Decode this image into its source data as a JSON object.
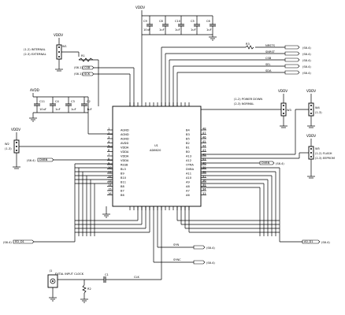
{
  "chip": {
    "designator": "U1",
    "part": "AD6620"
  },
  "rails": {
    "top_vdd": "VDDV",
    "left_vdd": "VDDV",
    "avdd": "AVDD",
    "left_bottom_vdd": "VDDV",
    "right1_vdd": "VDDV",
    "right2_vdd": "VDDV",
    "right3_vdd": "VDDV"
  },
  "decoupling_caps": [
    {
      "ref": "C9",
      "value": "10uF"
    },
    {
      "ref": "C8",
      "value": "1uF"
    },
    {
      "ref": "C10",
      "value": "1uF"
    },
    {
      "ref": "C5",
      "value": "1uF"
    },
    {
      "ref": "C6",
      "value": "1uF"
    }
  ],
  "analog_caps": [
    {
      "ref": "C11",
      "value": "10uF"
    },
    {
      "ref": "C4",
      "value": "1uF"
    },
    {
      "ref": "C3",
      "value": "1uF"
    },
    {
      "ref": "C2",
      "value": "1uF"
    }
  ],
  "jumpers": {
    "w1_label": "W1",
    "w1_options": [
      "(1-2) INTERNAL",
      "(2-3) EXTERNAL"
    ],
    "w2_label": "W2",
    "w2_pins": "(1-3)",
    "w3_label": "W3",
    "w3_options": [
      "(1-2) POWER DOWN",
      "(2-3) NORMAL"
    ],
    "w4_label": "W4",
    "w4_pins": "(1-3)",
    "w5_label": "W5",
    "w5_options": [
      "(1-2) FLASH",
      "(2-3) EEPROM"
    ]
  },
  "resistors": {
    "r1": "R1",
    "r2": "R2",
    "r3": "R3"
  },
  "connector": {
    "ref": "J1",
    "label": "EXTAL INPUT CLOCK"
  },
  "clock_cap": "C1",
  "top_right_nets": [
    {
      "name": "NRSTS",
      "sheet": "(S6.4)"
    },
    {
      "name": "SNRST",
      "sheet": "(S6.4)"
    },
    {
      "name": "CSB",
      "sheet": "(S6.4)"
    },
    {
      "name": "SEL",
      "sheet": "(S6.4)"
    },
    {
      "name": "SDA",
      "sheet": "(S6.4)"
    }
  ],
  "left_nets": [
    {
      "name": "CSB",
      "sheet": "(S6.1)"
    },
    {
      "name": "SCK",
      "sheet": "(S6.1)"
    }
  ],
  "left_mid_net": {
    "name": "DVBN",
    "sheet": "(S6.4)"
  },
  "right_mid_net": {
    "name": "DVBN",
    "sheet": "(S6.4)"
  },
  "bottom_left_net": {
    "name": "ED_D1",
    "sheet": "(S6.4)"
  },
  "bottom_right_net": {
    "name": "A0_D1",
    "sheet": "(S6.4)"
  },
  "bottom_nets": [
    {
      "name": "SYN",
      "sheet": "(S6.4)"
    },
    {
      "name": "SYNC",
      "sheet": "(S6.4)"
    }
  ],
  "clk_net": "CLK",
  "left_pins": [
    "AGND",
    "AGND",
    "AGND",
    "AVDD",
    "VDDA",
    "VDDA",
    "VDDA",
    "VDDA",
    "RESB",
    "BL3",
    "B9",
    "B10",
    "B11",
    "B8",
    "B7",
    "B6"
  ],
  "right_pins": [
    "B4",
    "B3",
    "B5",
    "B2",
    "B1",
    "B0",
    "A13",
    "A12",
    "OTRA",
    "DVBA",
    "A11",
    "A10",
    "A9",
    "A8",
    "A7",
    "A6"
  ],
  "left_pin_numbers": [
    "1",
    "2",
    "3",
    "4",
    "5",
    "6",
    "7",
    "8",
    "9",
    "10",
    "11",
    "12",
    "13",
    "14",
    "15",
    "16"
  ],
  "right_pin_numbers": [
    "48",
    "47",
    "46",
    "45",
    "44",
    "43",
    "42",
    "41",
    "40",
    "39",
    "38",
    "37",
    "36",
    "35",
    "34",
    "33"
  ]
}
